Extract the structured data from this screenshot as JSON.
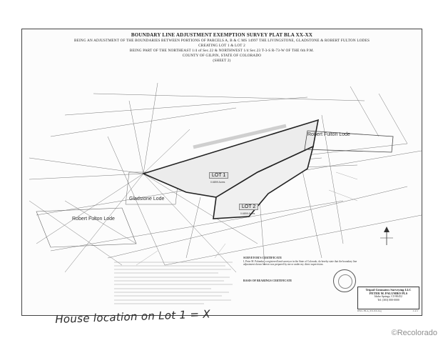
{
  "title_block": {
    "line1": "BOUNDARY LINE ADJUSTMENT EXEMPTION SURVEY PLAT BLA XX-XX",
    "line2": "BEING AN ADJUSTMENT OF THE BOUNDARIES BETWEEN PORTIONS OF PARCELS A, B & C MS 14997 THE LIVINGSTONE, GLADSTONE & ROBERT FULTON LODES",
    "line3": "CREATING LOT 1 & LOT 2",
    "line4": "BEING PART OF THE NORTHEAST 1/4 of Sec.22 & NORTHWEST 1/4 Sec.23 T-3-S R-73-W OF THE 6th P.M.",
    "line5": "COUNTY OF GILPIN, STATE OF COLORADO",
    "line6": "(SHEET 2)"
  },
  "map": {
    "lot1": "LOT 1",
    "lot1_area": "0.6899 Acres",
    "lot2": "LOT 2",
    "lot2_area": "0.6899 Acres",
    "lode_robert_fulton_east": "Robert Fulton Lode",
    "lode_gladstone": "Gladstone Lode",
    "lode_robert_fulton_west": "Robert Fulton Lode"
  },
  "certificate": {
    "heading": "SURVEYOR'S CERTIFICATE",
    "body": "I, Peter M. Palumbo, a registered land surveyor in the State of Colorado, do hereby state that the boundary line adjustment shown hereon was prepared by me or under my direct supervision.",
    "recorder_heading": "BASIS OF BEARINGS CERTIFICATE"
  },
  "surveyor": {
    "firm": "Tripod Geomatics Surveying LLC",
    "name": "PETER M. PALUMBO PLS",
    "address": "Idaho Springs, CO 80452",
    "phone": "Tel: (303) 000-0000"
  },
  "sheet_footer": {
    "left": "DWG: BLA_XX-XX.dwg",
    "right": "2 of 2"
  },
  "handwritten_note": "House location on Lot 1 = X",
  "watermark": "©Recolorado",
  "colors": {
    "ink": "#333333",
    "lot_highlight": "#d8d8d8",
    "watermark": "#8e8e8e"
  }
}
